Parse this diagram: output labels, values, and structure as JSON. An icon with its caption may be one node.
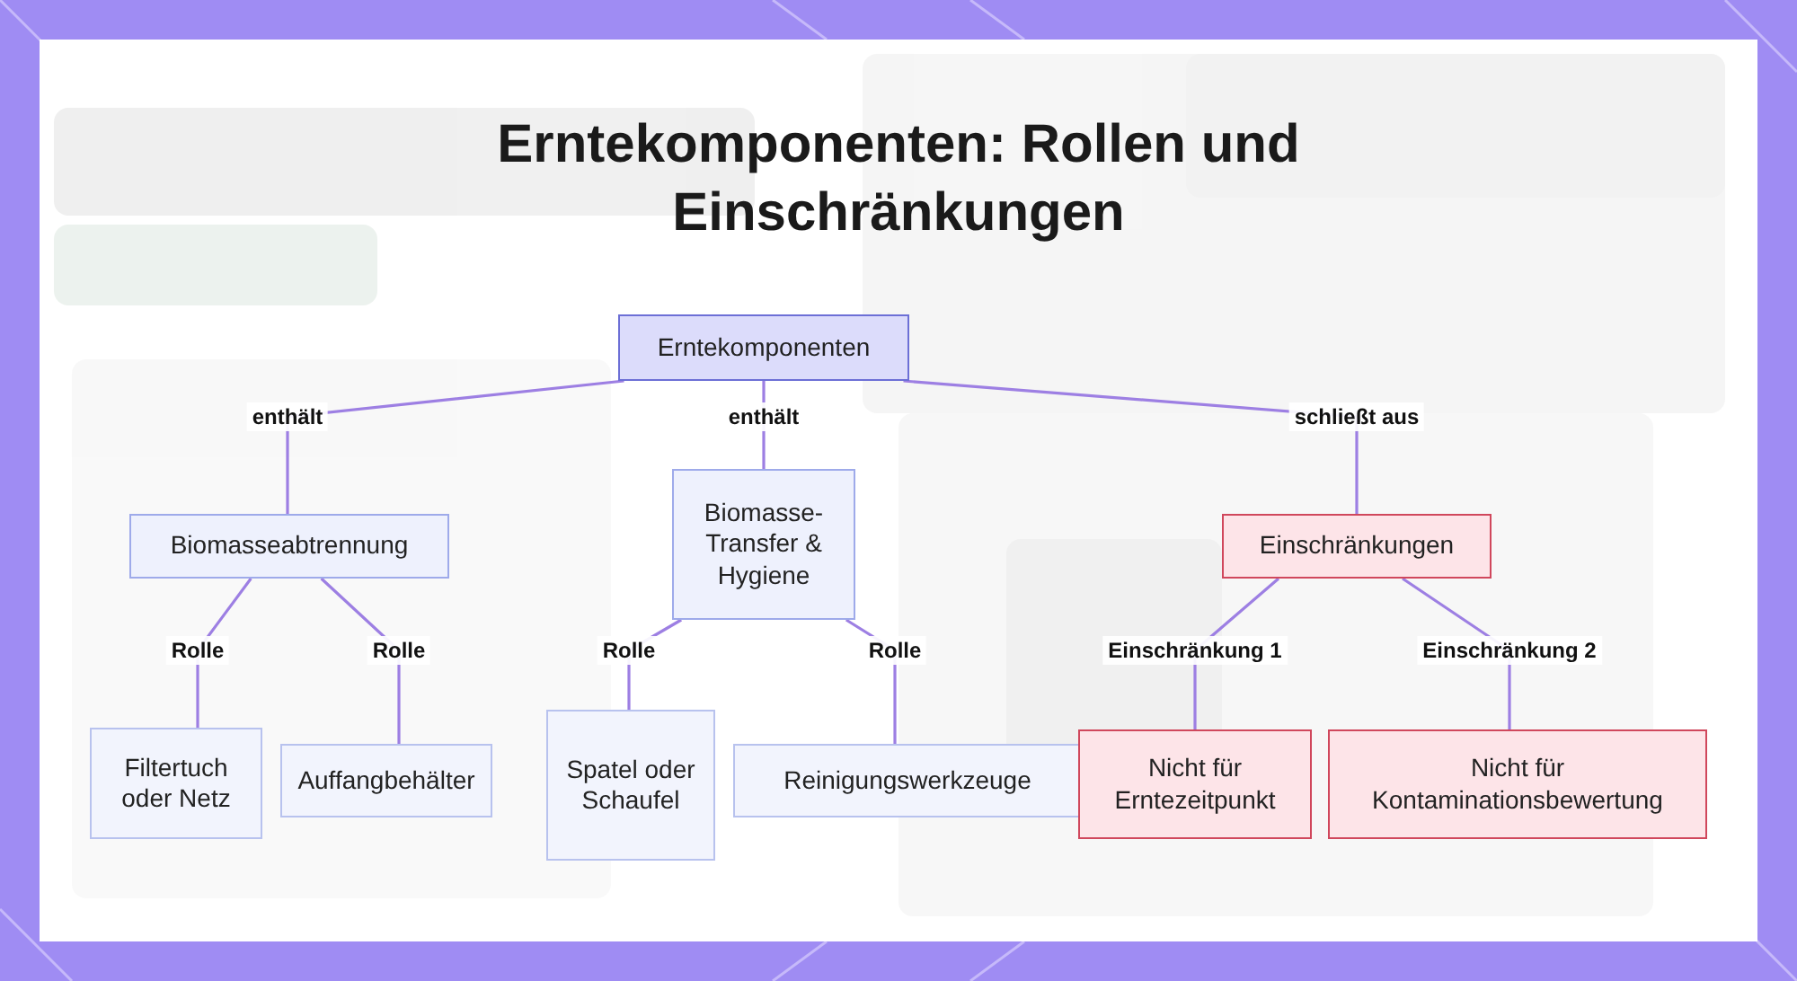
{
  "diagram": {
    "title": "Erntekomponenten: Rollen und Einschränkungen",
    "nodes": [
      {
        "text": [
          "Erntekomponenten"
        ]
      },
      {
        "text": [
          "Biomasseabtrennung"
        ]
      },
      {
        "text": [
          "Biomasse-Transfer & Hygiene"
        ]
      },
      {
        "text": [
          "Einschränkungen"
        ]
      },
      {
        "text": [
          "Filtertuch oder Netz"
        ]
      },
      {
        "text": [
          "Auffangbehälter"
        ]
      },
      {
        "text": [
          "Spatel oder Schaufel"
        ]
      },
      {
        "text": [
          "Reinigungswerkzeuge"
        ]
      },
      {
        "text": [
          "Nicht für Erntezeitpunkt"
        ]
      },
      {
        "text": [
          "Nicht für Kontaminationsbewertung"
        ]
      }
    ],
    "edges": [
      {
        "from": 0,
        "to": 1,
        "arrow": "none",
        "label": "enthält"
      },
      {
        "from": 0,
        "to": 2,
        "arrow": "none",
        "label": "enthält"
      },
      {
        "from": 0,
        "to": 3,
        "arrow": "none",
        "label": "schließt aus"
      },
      {
        "from": 1,
        "to": 4,
        "arrow": "none",
        "label": "Rolle"
      },
      {
        "from": 1,
        "to": 5,
        "arrow": "none",
        "label": "Rolle"
      },
      {
        "from": 2,
        "to": 6,
        "arrow": "none",
        "label": "Rolle"
      },
      {
        "from": 2,
        "to": 7,
        "arrow": "none",
        "label": "Rolle"
      },
      {
        "from": 3,
        "to": 8,
        "arrow": "none",
        "label": "Einschränkung 1"
      },
      {
        "from": 3,
        "to": 9,
        "arrow": "none",
        "label": "Einschränkung 2"
      }
    ]
  }
}
